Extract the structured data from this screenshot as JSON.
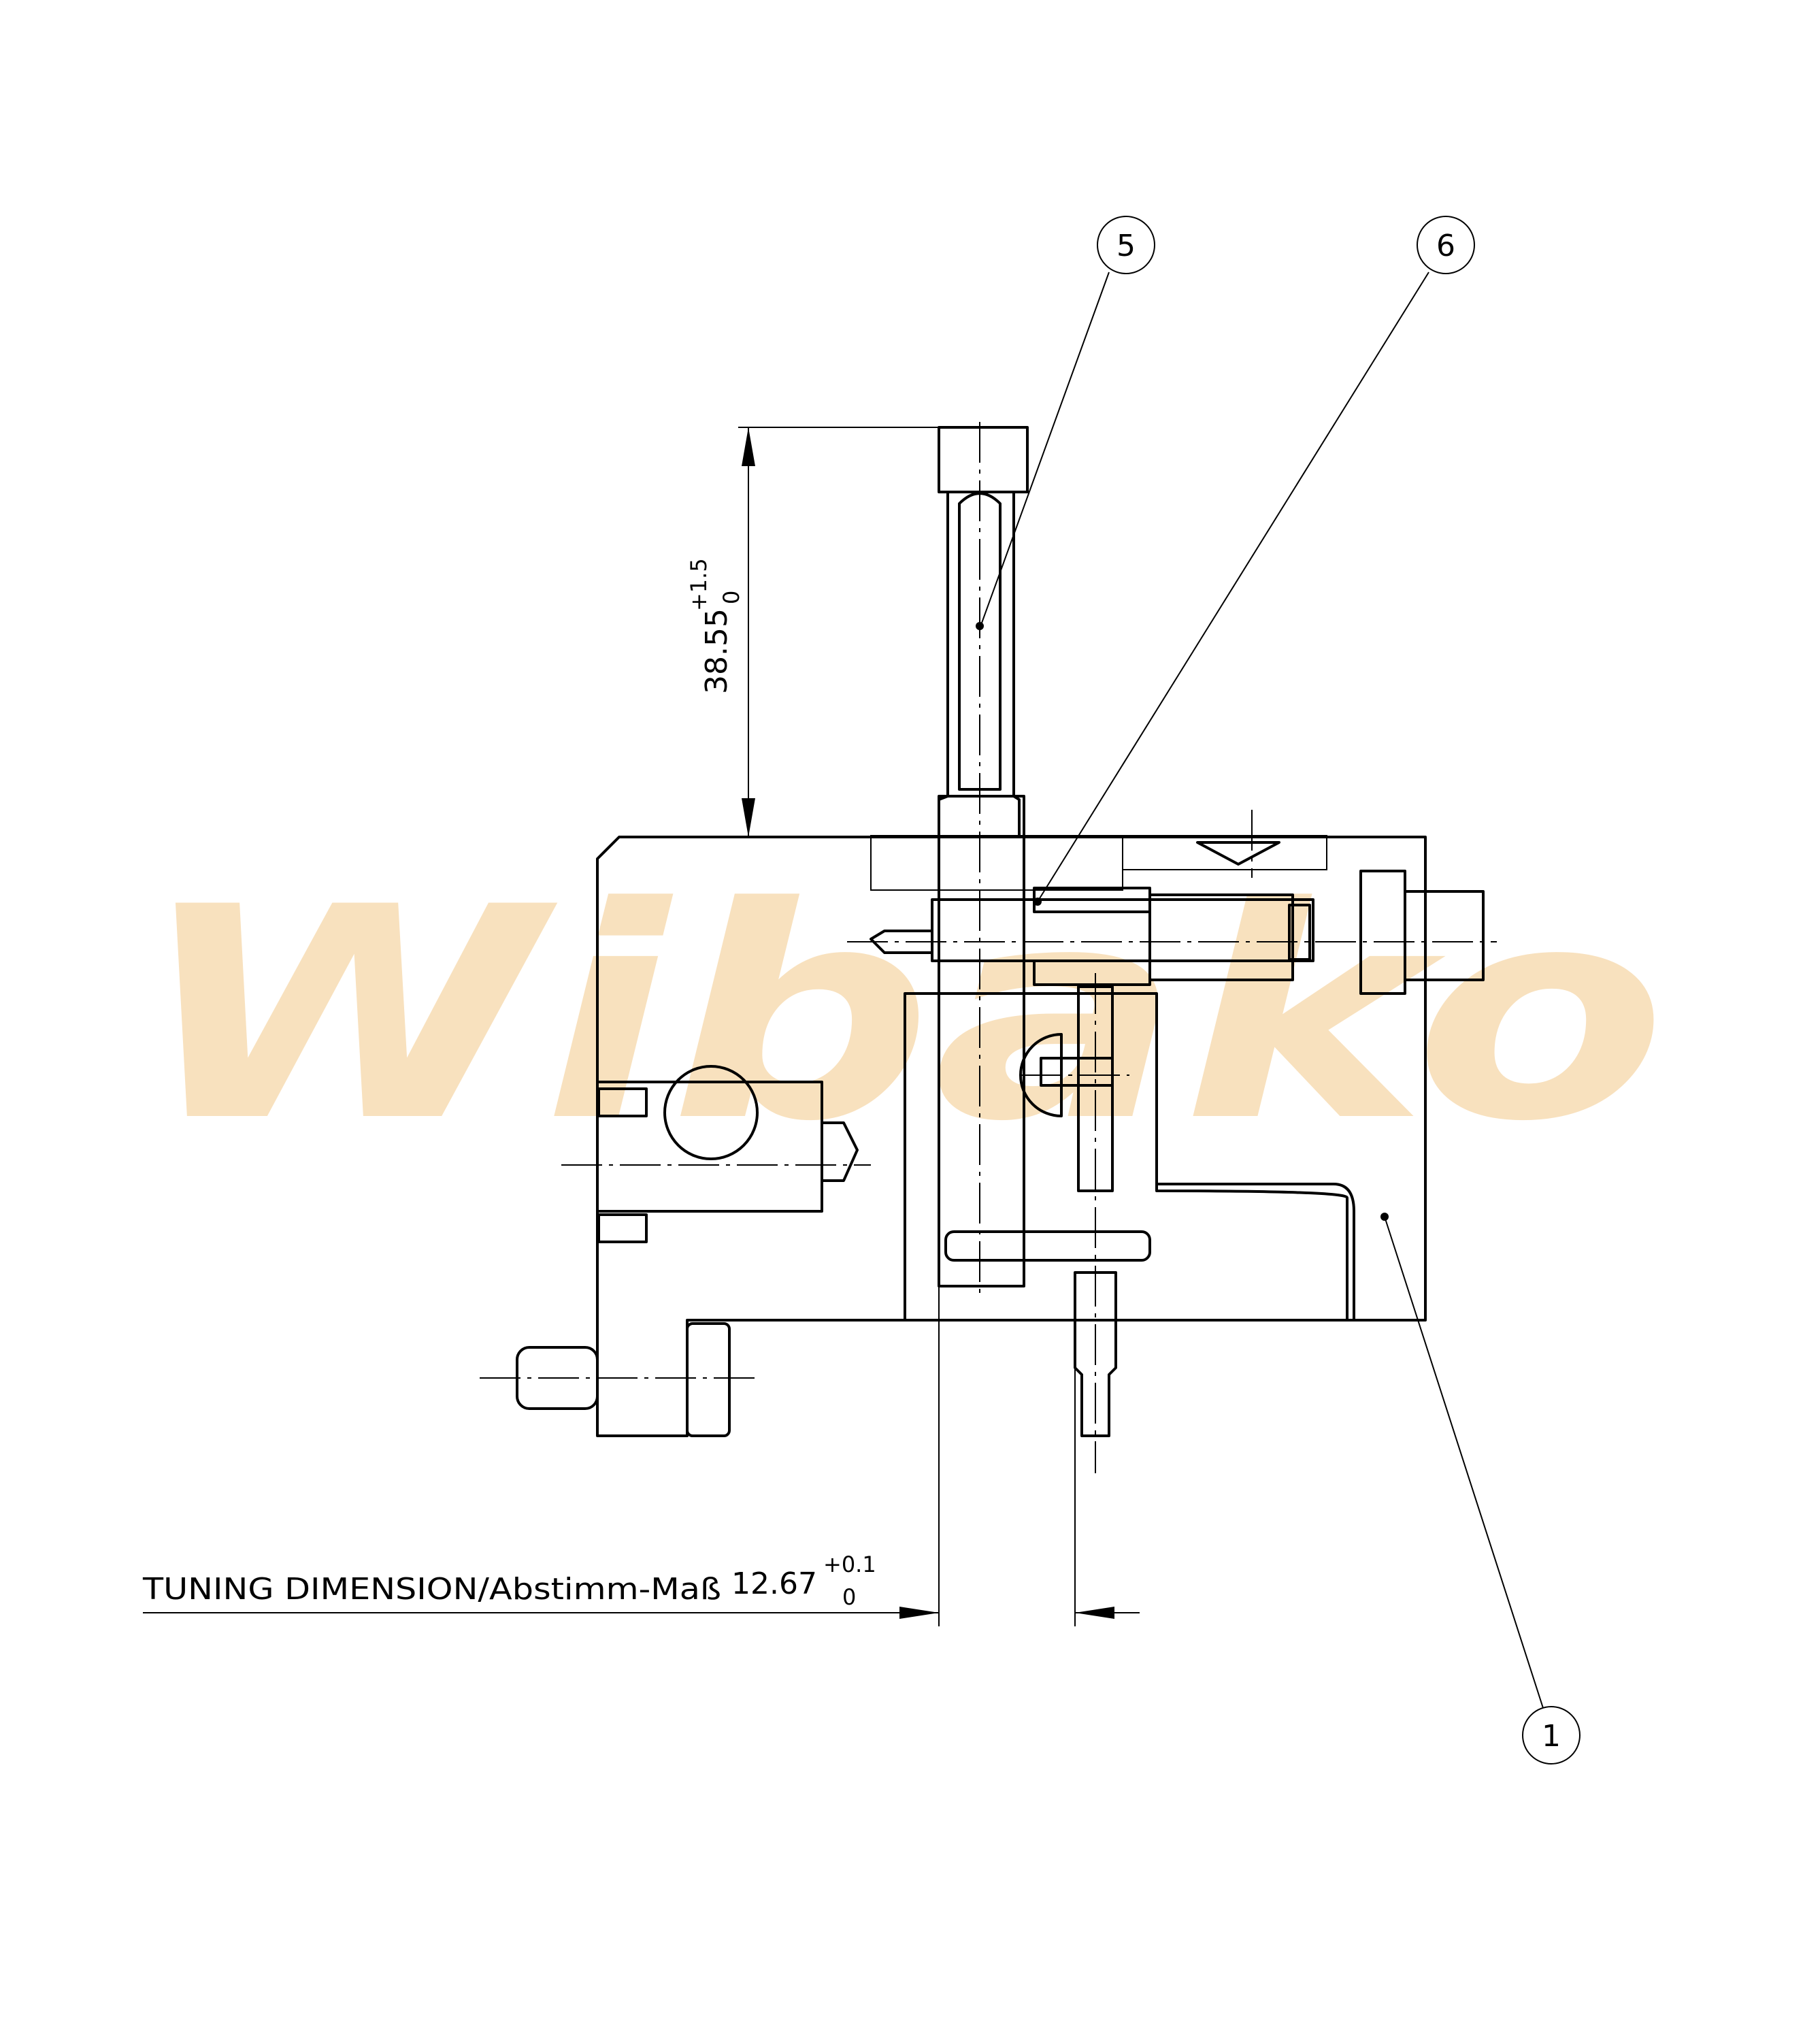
{
  "watermark": {
    "text": "Wibako",
    "color": "#f3c98a"
  },
  "balloons": [
    {
      "label": "5"
    },
    {
      "label": "6"
    },
    {
      "label": "1"
    }
  ],
  "dimensions": {
    "height_nominal": "38.55",
    "height_upper_tol": "+1.5",
    "height_lower_tol": "0",
    "tuning_label": "TUNING DIMENSION/Abstimm-Maß",
    "tuning_nominal": "12.67",
    "tuning_upper_tol": "+0.1",
    "tuning_lower_tol": "0"
  }
}
